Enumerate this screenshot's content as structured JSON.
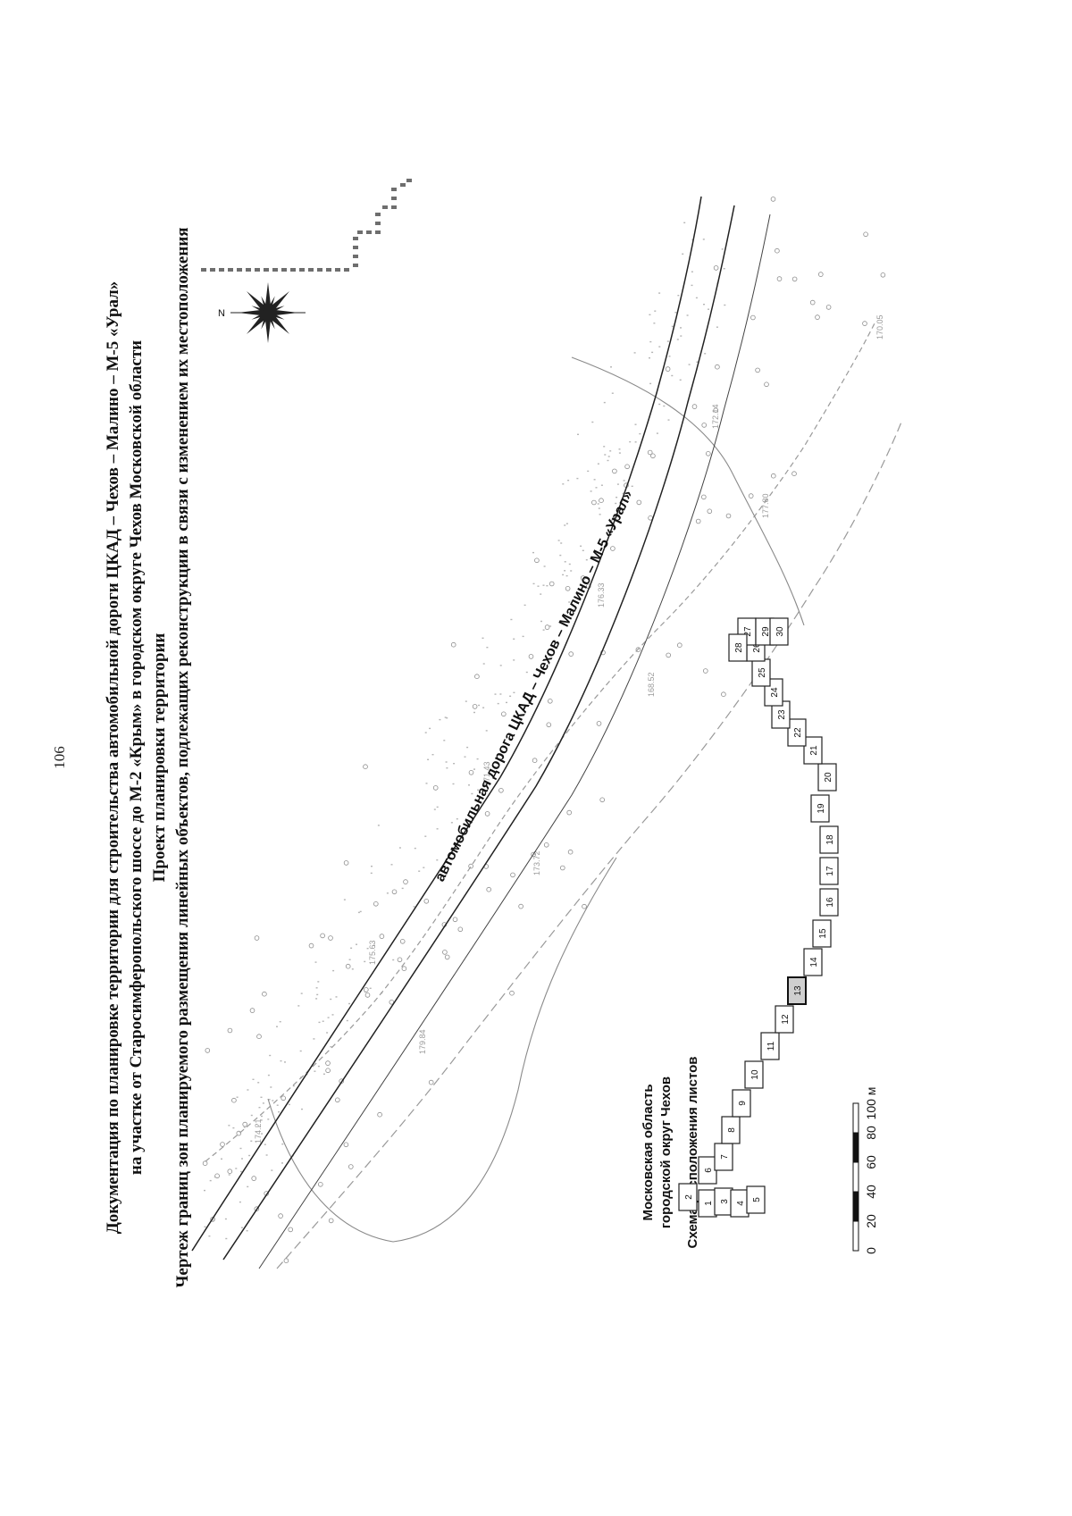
{
  "page_number": "106",
  "titles": {
    "line1": "Документация по планировке территории для строительства автомобильной дороги ЦКАД – Чехов – Малино – М-5 «Урал»",
    "line2": "на участке от Старосимферопольского шоссе до М-2 «Крым» в городском округе Чехов Московской области",
    "line3": "Проект планировки территории",
    "line4": "Чертеж границ зон планируемого размещения линейных объектов, подлежащих реконструкции в связи с изменением их местоположения"
  },
  "road_label": "автомобильная дорога ЦКАД – Чехов – Малино – М-5 «Урал»",
  "compass_letter": "N",
  "compass_icon": "compass-rose-icon",
  "location": {
    "region": "Московская область",
    "district": "городской округ Чехов",
    "scheme_title": "Схема расположения листов"
  },
  "sheets": {
    "labels": [
      "1",
      "2",
      "3",
      "4",
      "5",
      "6",
      "7",
      "8",
      "9",
      "10",
      "11",
      "12",
      "13",
      "14",
      "15",
      "16",
      "17",
      "18",
      "19",
      "20",
      "21",
      "22",
      "23",
      "24",
      "25",
      "26",
      "27",
      "28",
      "29",
      "30"
    ],
    "active": "13"
  },
  "scale": {
    "ticks": [
      "0",
      "20",
      "40",
      "60",
      "80",
      "100 м"
    ]
  },
  "elevation_labels": [
    "174.21",
    "179.84",
    "175.63",
    "173.72",
    "171.43",
    "168.52",
    "176.33",
    "177.80",
    "172.14",
    "170.05"
  ],
  "colors": {
    "line": "#222222",
    "dashed": "#888888",
    "active_sheet": "#cfcfcf"
  }
}
